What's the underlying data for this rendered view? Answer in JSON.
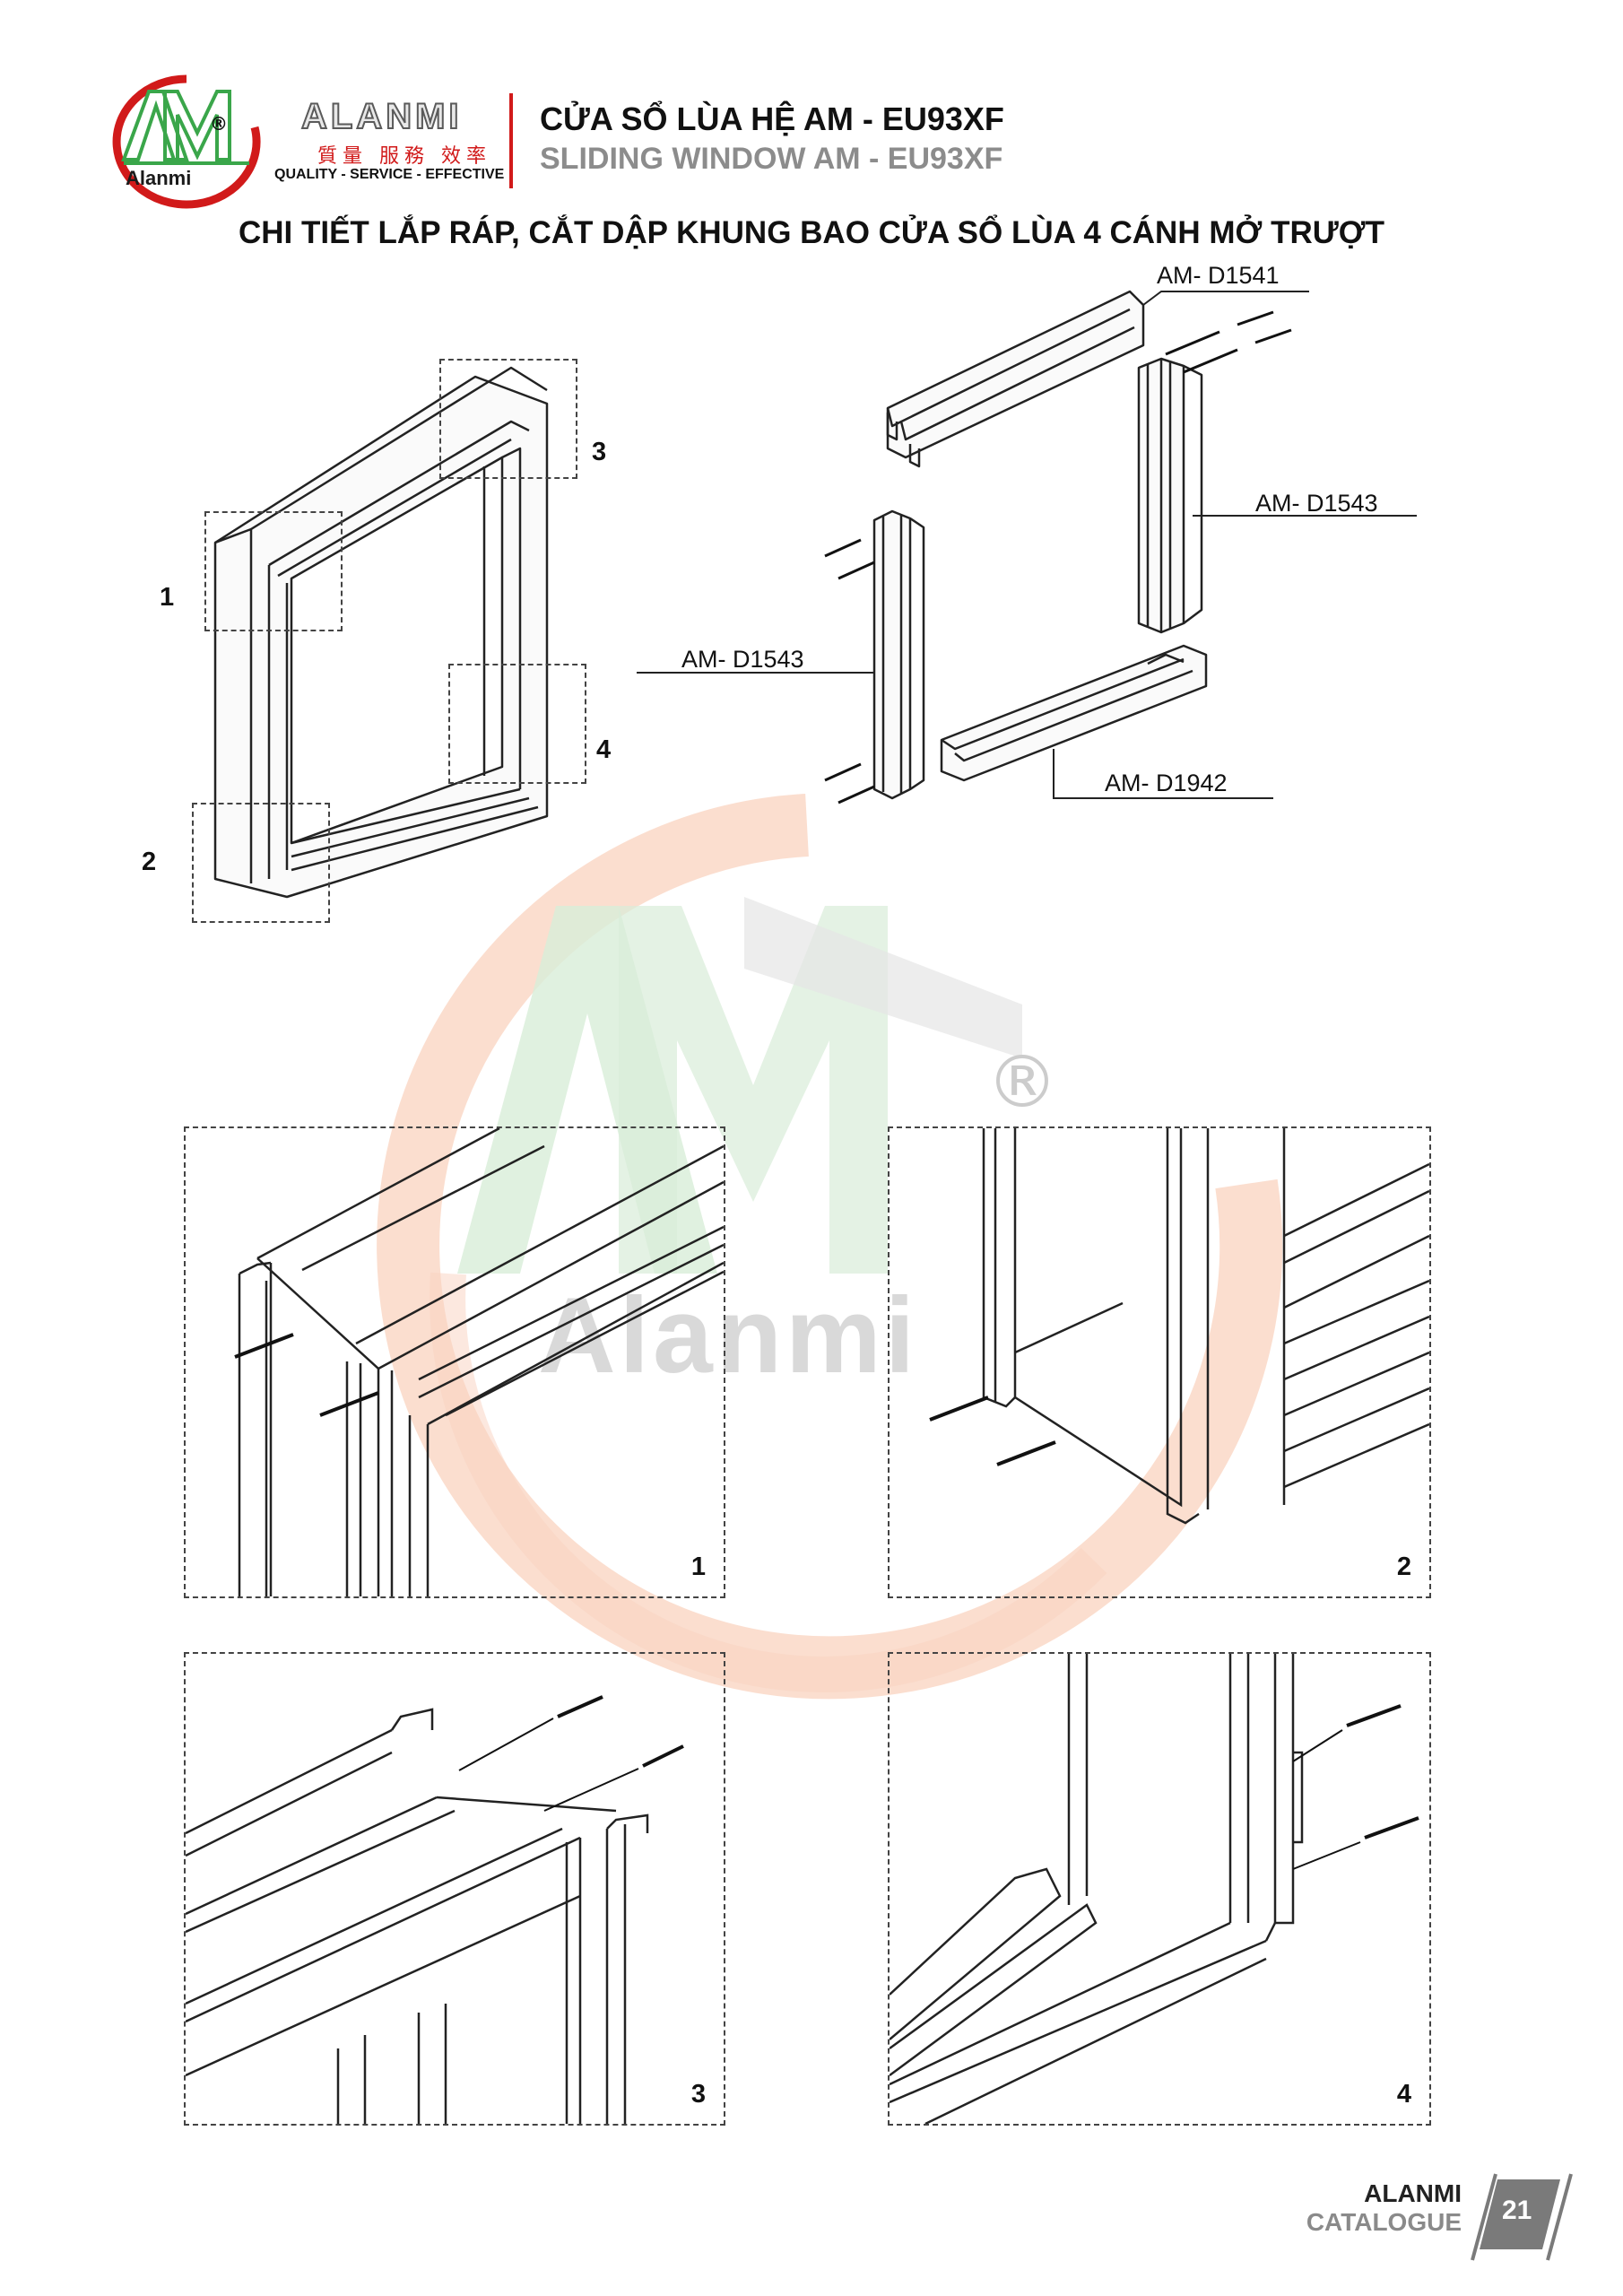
{
  "brand": {
    "logo_letters": "AM",
    "logo_sub": "Alanmi",
    "registered": "®",
    "wordmark": "ALANMI",
    "cjk_motto": "質量 服務 效率",
    "tagline": "QUALITY - SERVICE - EFFECTIVE"
  },
  "header": {
    "title_vn": "CỬA SỔ LÙA HỆ AM - EU93XF",
    "title_en": "SLIDING WINDOW AM - EU93XF"
  },
  "page_heading": "CHI TIẾT LẮP RÁP, CẮT DẬP KHUNG BAO CỬA SỔ LÙA 4 CÁNH MỞ TRƯỢT",
  "assembly": {
    "callouts": [
      "1",
      "2",
      "3",
      "4"
    ],
    "profiles": {
      "top": "AM- D1541",
      "right": "AM- D1543",
      "left": "AM- D1543",
      "bottom": "AM- D1942"
    }
  },
  "watermark": {
    "letters": "AM",
    "sub": "Alanmi",
    "registered": "®"
  },
  "details": [
    {
      "number": "1"
    },
    {
      "number": "2"
    },
    {
      "number": "3"
    },
    {
      "number": "4"
    }
  ],
  "footer": {
    "brand": "ALANMI",
    "catalogue": "CATALOGUE",
    "page": "21"
  },
  "colors": {
    "logo_red": "#d11a1a",
    "logo_green": "#3aa64a",
    "watermark_orange": "#f6b493",
    "watermark_green": "#cfe8cf"
  }
}
